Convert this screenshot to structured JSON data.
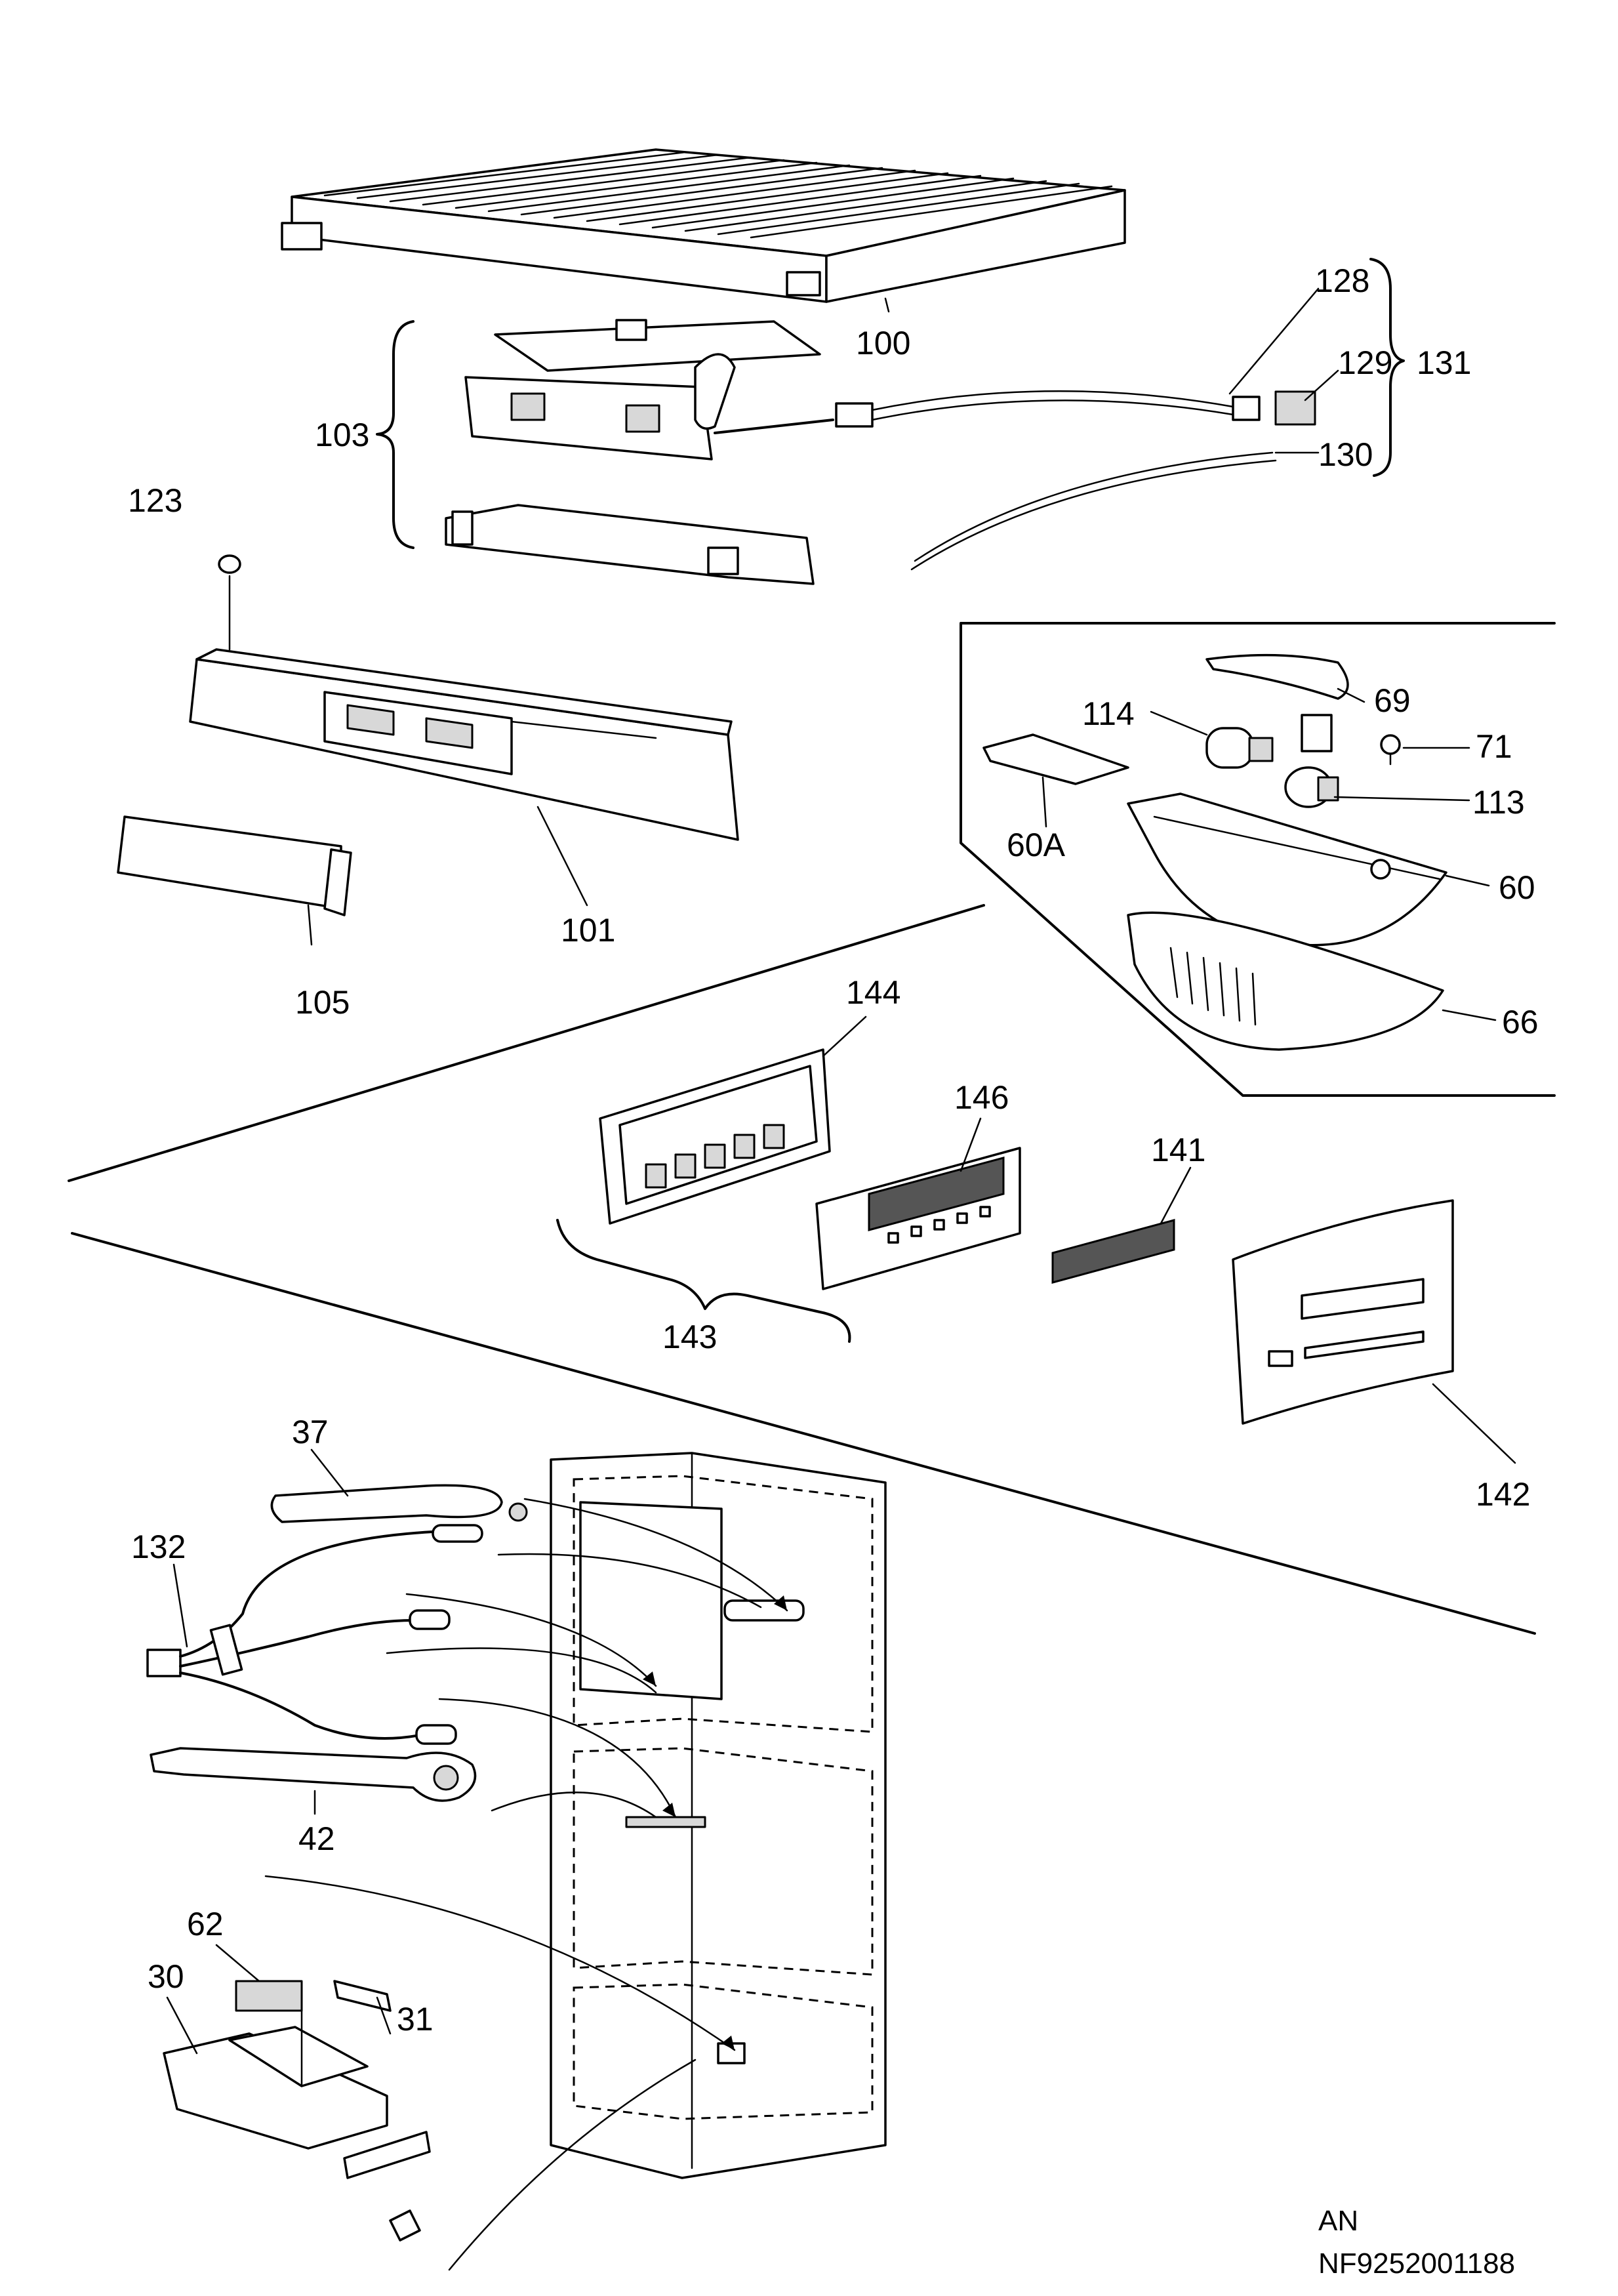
{
  "labels": {
    "p100": "100",
    "p128": "128",
    "p129": "129",
    "p130": "130",
    "p131": "131",
    "p103": "103",
    "p123": "123",
    "p101": "101",
    "p105": "105",
    "p69": "69",
    "p114": "114",
    "p71": "71",
    "p113": "113",
    "p60A": "60A",
    "p60": "60",
    "p66": "66",
    "p144": "144",
    "p146": "146",
    "p141": "141",
    "p143": "143",
    "p142": "142",
    "p37": "37",
    "p132": "132",
    "p42": "42",
    "p62": "62",
    "p30": "30",
    "p31": "31"
  },
  "footer": {
    "line1": "AN",
    "line2": "NF9252001188"
  }
}
